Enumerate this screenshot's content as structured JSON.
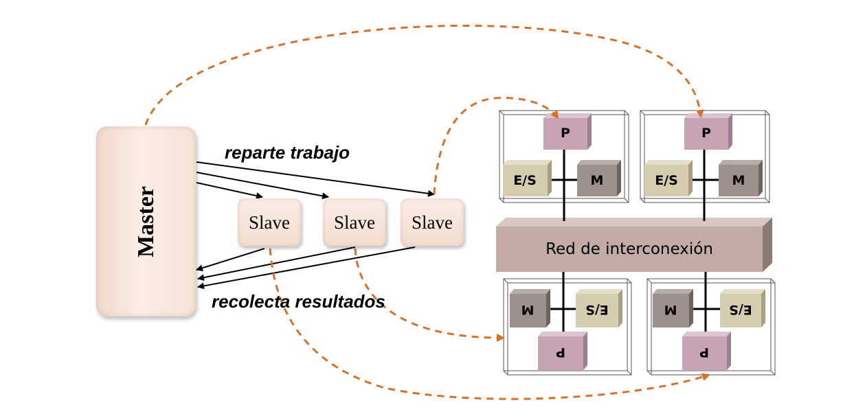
{
  "master": {
    "label": "Master"
  },
  "slaves": [
    {
      "label": "Slave"
    },
    {
      "label": "Slave"
    },
    {
      "label": "Slave"
    }
  ],
  "captions": {
    "distribute": "reparte trabajo",
    "collect": "recolecta resultados"
  },
  "network": {
    "label": "Red de interconexión"
  },
  "node_labels": {
    "processor": "P",
    "io": "E/S",
    "memory": "M"
  },
  "colors": {
    "dashed_arrow": "#d9702a",
    "processor": "#c7a3b6",
    "io": "#d6cdb0",
    "memory": "#9e918b",
    "network": "#c3aca6",
    "master_fill": "#f6e2d7"
  }
}
